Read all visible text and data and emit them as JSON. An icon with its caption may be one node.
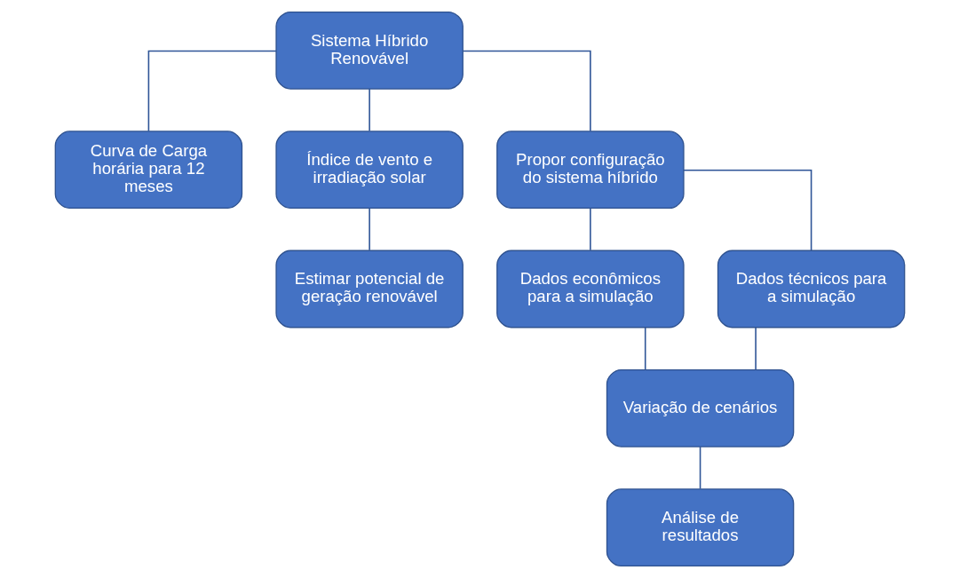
{
  "diagram": {
    "nodes": [
      {
        "text": [
          "Sistema Híbrido Renovável"
        ]
      },
      {
        "text": [
          "Curva de Carga horária para 12 meses"
        ]
      },
      {
        "text": [
          "Índice de vento e irradiação solar"
        ]
      },
      {
        "text": [
          "Propor configuração do sistema híbrido"
        ]
      },
      {
        "text": [
          "Estimar potencial de geração renovável"
        ]
      },
      {
        "text": [
          "Dados econômicos para a simulação"
        ]
      },
      {
        "text": [
          "Dados técnicos para a simulação"
        ]
      },
      {
        "text": [
          "Variação de cenários"
        ]
      },
      {
        "text": [
          "Análise de resultados"
        ]
      }
    ],
    "edges": [
      {
        "from": 0,
        "to": 1,
        "arrow": "none"
      },
      {
        "from": 0,
        "to": 2,
        "arrow": "none"
      },
      {
        "from": 0,
        "to": 3,
        "arrow": "none"
      },
      {
        "from": 2,
        "to": 4,
        "arrow": "none"
      },
      {
        "from": 3,
        "to": 5,
        "arrow": "none"
      },
      {
        "from": 3,
        "to": 6,
        "arrow": "none"
      },
      {
        "from": 5,
        "to": 7,
        "arrow": "none"
      },
      {
        "from": 6,
        "to": 7,
        "arrow": "none"
      },
      {
        "from": 7,
        "to": 8,
        "arrow": "none"
      }
    ]
  }
}
